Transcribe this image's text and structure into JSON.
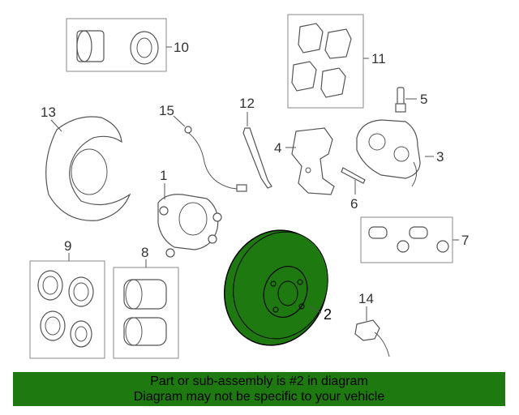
{
  "callouts": {
    "c1": "1",
    "c2": "2",
    "c3": "3",
    "c4": "4",
    "c5": "5",
    "c6": "6",
    "c7": "7",
    "c8": "8",
    "c9": "9",
    "c10": "10",
    "c11": "11",
    "c12": "12",
    "c13": "13",
    "c14": "14",
    "c15": "15"
  },
  "banner": {
    "line1": "Part or sub-assembly is #2 in diagram",
    "line2": "Diagram may not be specific to your vehicle"
  },
  "colors": {
    "highlight_part": "#1e7a10",
    "banner_bg": "#1e7a10"
  }
}
